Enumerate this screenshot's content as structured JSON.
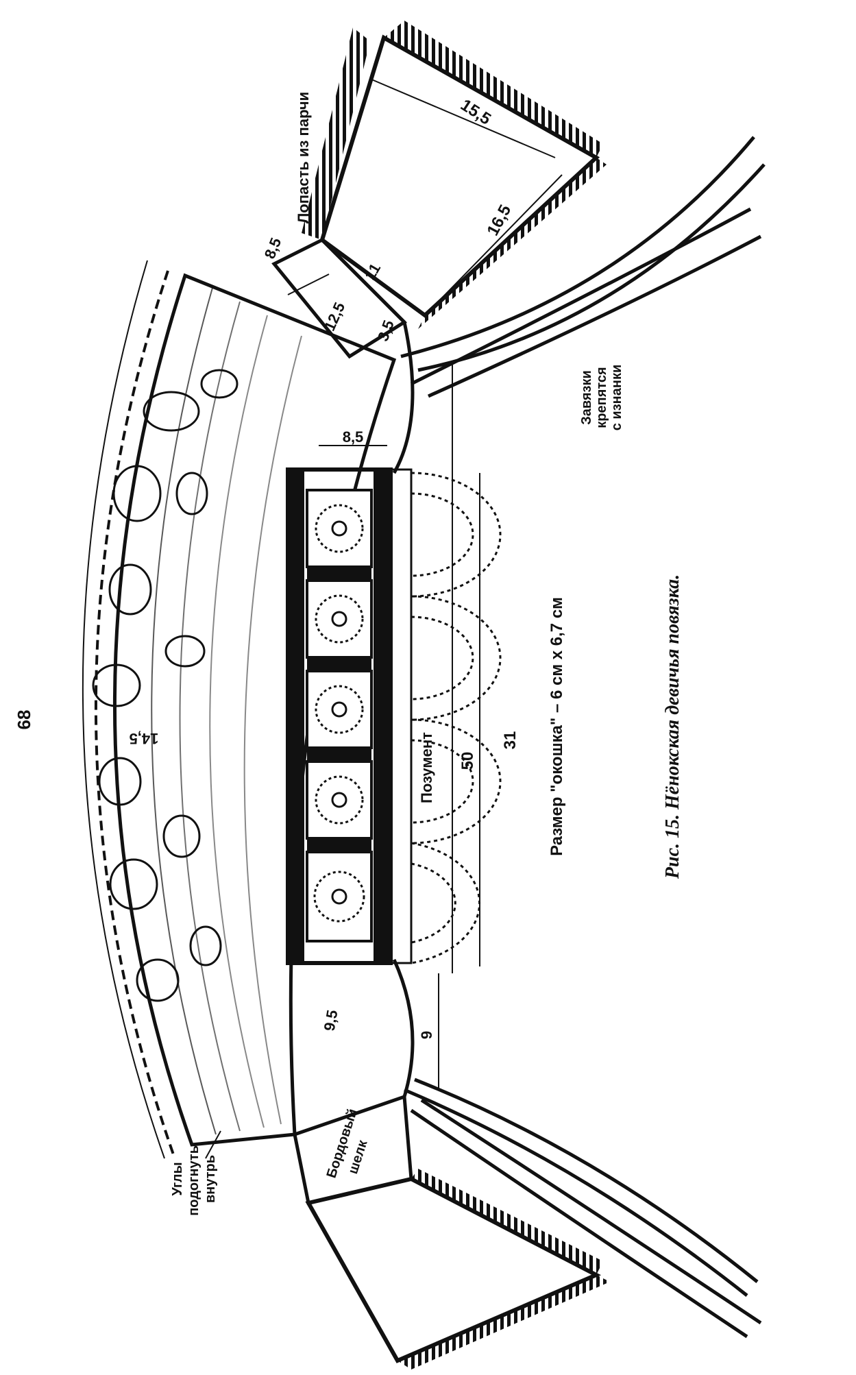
{
  "caption": "Рис. 15. Нёнокская девичья повязка.",
  "window_size_note": "Размер \"окошка\" – 6 см х 6,7 см",
  "labels": {
    "brocade_blade": "Лопасть из парчи",
    "ties": [
      "Завязки",
      "крепятся",
      "с изнанки"
    ],
    "corners": [
      "Углы",
      "подогнуты",
      "внутрь"
    ],
    "silk": [
      "Бордовый",
      "шелк"
    ],
    "galloon": "Позумент"
  },
  "dimensions": {
    "outer_arc": "68",
    "blade_outer": "15,5",
    "blade_side": "16,5",
    "blade_inner": "11",
    "upper_connector": "8,5",
    "connector_side": "12,5",
    "connector_small": "3,5",
    "front_band_height": "8,5",
    "band_length_31": "31",
    "band_length_50": "50",
    "band_height_14_5": "14,5",
    "lower_connector": "9,5",
    "lower_offset": "9"
  },
  "colors": {
    "ink": "#111111",
    "paper": "#ffffff"
  }
}
